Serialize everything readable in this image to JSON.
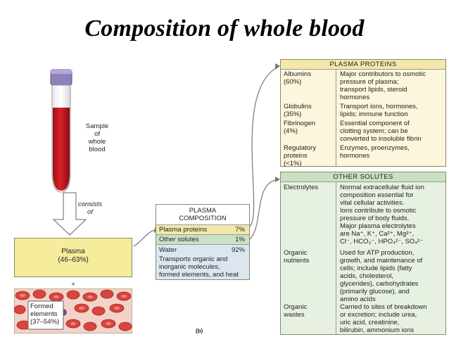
{
  "title": "Composition of whole blood",
  "tube": {
    "label": "Sample\nof\nwhole\nblood"
  },
  "consists_label": "consists\nof",
  "plasma_block": {
    "name": "Plasma",
    "pct": "(46–63%)"
  },
  "plus": "+",
  "formed_block": {
    "label": "Formed\nelements\n(37–54%)"
  },
  "figure_label": "(b)",
  "plasma_composition": {
    "header": "PLASMA\nCOMPOSITION",
    "rows": [
      {
        "name": "Plasma proteins",
        "value": "7%"
      },
      {
        "name": "Other solutes",
        "value": "1%"
      },
      {
        "name": "Water",
        "value": "92%"
      }
    ],
    "water_note": "Transports organic and\ninorganic molecules,\nformed elements, and heat"
  },
  "plasma_proteins": {
    "header": "PLASMA PROTEINS",
    "rows": [
      {
        "name": "Albumins\n(60%)",
        "desc": "Major contributors to osmotic\npressure of plasma;\ntransport lipids, steroid\nhormones"
      },
      {
        "name": "Globulins\n(35%)",
        "desc": "Transport ions, hormones,\nlipids; immune function"
      },
      {
        "name": "Fibrinogen\n(4%)",
        "desc": "Essential component of\nclotting system; can be\nconverted to insoluble fibrin"
      },
      {
        "name": "Regulatory\nproteins\n(<1%)",
        "desc": "Enzymes, proenzymes,\nhormones"
      }
    ]
  },
  "other_solutes": {
    "header": "OTHER SOLUTES",
    "rows": [
      {
        "name": "Electrolytes",
        "desc": "Normal extracellular fluid ion\ncomposition essential for\nvital cellular activities.\nIons contribute to osmotic\npressure of body fluids.\nMajor plasma electrolytes\nare Na⁺, K⁺, Ca²⁺, Mg²⁺,\nCl⁻, HCO₃⁻, HPO₄²⁻, SO₄²⁻"
      },
      {
        "name": "Organic\nnutrients",
        "desc": "Used for ATP production,\ngrowth, and maintenance of\ncells; include lipids (fatty\nacids, cholesterol,\nglycerides), carbohydrates\n(primarily glucose), and\namino acids"
      },
      {
        "name": "Organic\nwastes",
        "desc": "Carried to sites of breakdown\nor excretion; include urea,\nuric acid, creatinine,\nbilirubin, ammonium ions"
      }
    ]
  },
  "colors": {
    "proteins_header": "#f3e7a9",
    "proteins_body": "#fbf6dc",
    "solutes_header": "#c9e2c3",
    "solutes_body": "#e7f1e2",
    "plasma_yellow": "#f5ec9c",
    "blood_red": "#c3161c",
    "water_blue": "#dbe6f0"
  }
}
